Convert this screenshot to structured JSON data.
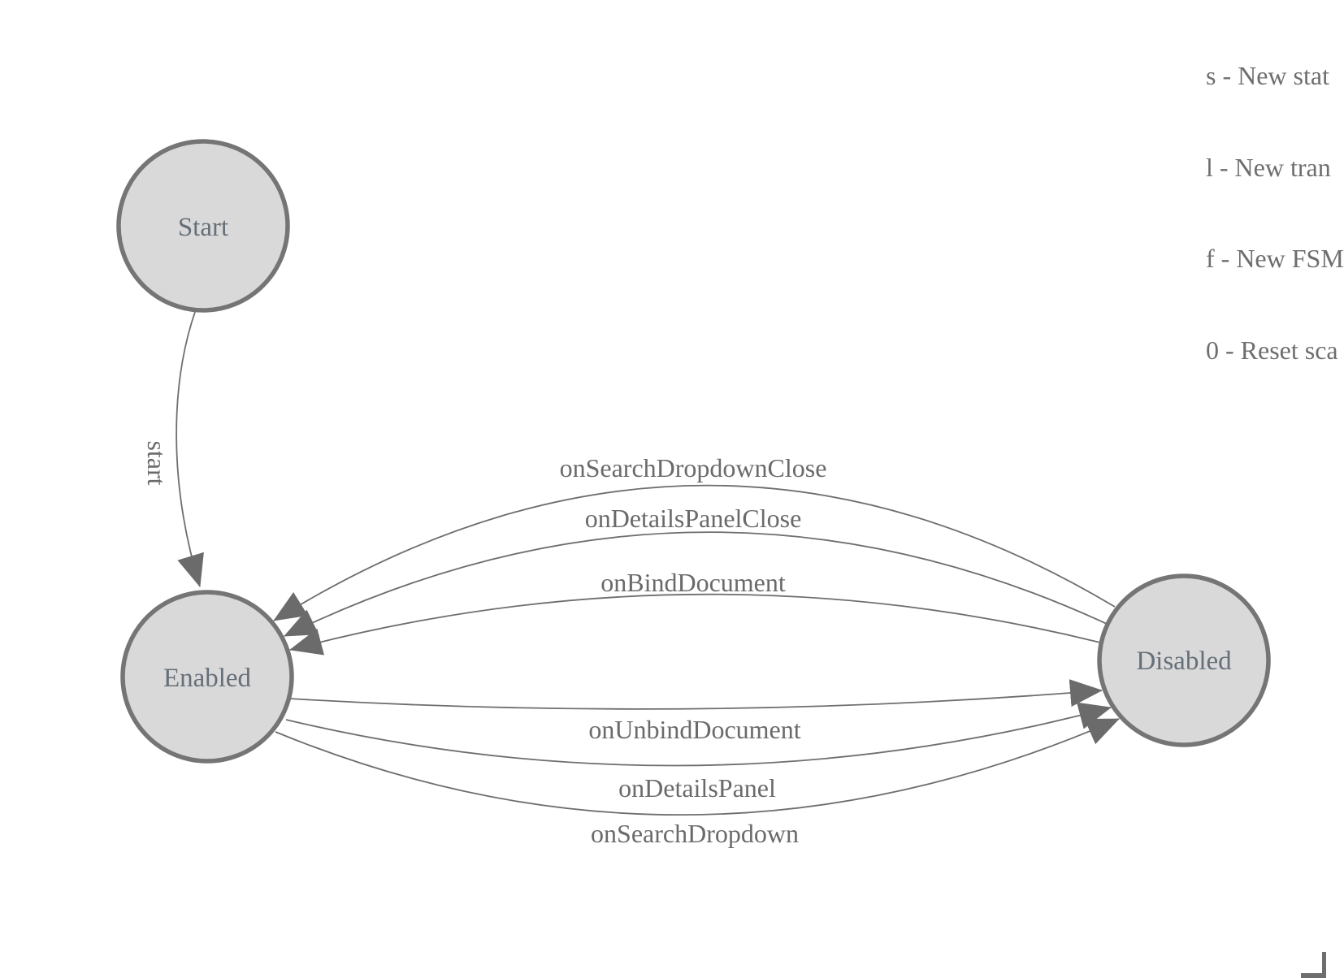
{
  "legend": {
    "lines": [
      "s - New stat",
      "l - New tran",
      "f - New FSM",
      "0 - Reset sca"
    ]
  },
  "diagram": {
    "nodes": [
      {
        "id": "start",
        "label": "Start"
      },
      {
        "id": "enabled",
        "label": "Enabled"
      },
      {
        "id": "disabled",
        "label": "Disabled"
      }
    ],
    "transitions": [
      {
        "id": "start-to-enabled",
        "label": "start",
        "from": "Start",
        "to": "Enabled"
      },
      {
        "id": "search-dropdown-close",
        "label": "onSearchDropdownClose",
        "from": "Disabled",
        "to": "Enabled"
      },
      {
        "id": "details-panel-close",
        "label": "onDetailsPanelClose",
        "from": "Disabled",
        "to": "Enabled"
      },
      {
        "id": "bind-document",
        "label": "onBindDocument",
        "from": "Disabled",
        "to": "Enabled"
      },
      {
        "id": "unbind-document",
        "label": "onUnbindDocument",
        "from": "Enabled",
        "to": "Disabled"
      },
      {
        "id": "details-panel",
        "label": "onDetailsPanel",
        "from": "Enabled",
        "to": "Disabled"
      },
      {
        "id": "search-dropdown",
        "label": "onSearchDropdown",
        "from": "Enabled",
        "to": "Disabled"
      }
    ]
  },
  "colors": {
    "state_fill": "#d9d9d9",
    "state_stroke": "#757575",
    "edge_stroke": "#6e6e6e",
    "arrowhead": "#6b6b6b",
    "node_text": "#666f79",
    "edge_text": "#6a6a6a",
    "legend_text": "#6e6e6e",
    "background": "#ffffff"
  }
}
